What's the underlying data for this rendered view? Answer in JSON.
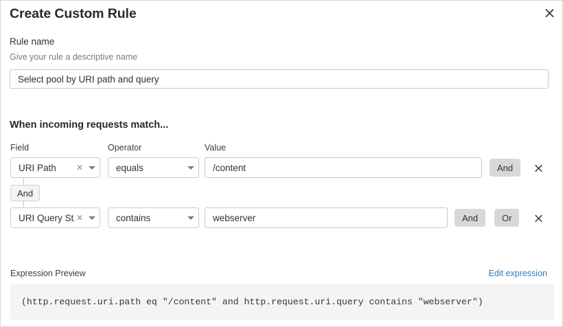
{
  "dialog": {
    "title": "Create Custom Rule",
    "close_icon": "close-icon"
  },
  "rule_name": {
    "label": "Rule name",
    "sublabel": "Give your rule a descriptive name",
    "value": "Select pool by URI path and query",
    "placeholder": "Select pool by URI path and query"
  },
  "match_section": {
    "heading": "When incoming requests match...",
    "columns": {
      "field": "Field",
      "operator": "Operator",
      "value": "Value"
    },
    "rows": [
      {
        "field": "URI Path",
        "clear_icon": "clear-x-icon",
        "caret_icon": "chevron-down-icon",
        "operator": "equals",
        "value": "/content",
        "and_label": "And",
        "delete_icon": "close-icon"
      },
      {
        "field": "URI Query St...",
        "clear_icon": "clear-x-icon",
        "caret_icon": "chevron-down-icon",
        "operator": "contains",
        "value": "webserver",
        "and_label": "And",
        "or_label": "Or",
        "delete_icon": "close-icon"
      }
    ],
    "connector_label": "And"
  },
  "expression_preview": {
    "label": "Expression Preview",
    "edit_link": "Edit expression",
    "expression": "(http.request.uri.path eq \"/content\" and http.request.uri.query contains \"webserver\")"
  },
  "colors": {
    "link": "#2e7cb0",
    "logic_button_bg": "#d7d8d9",
    "expression_bg": "#f4f4f4",
    "border": "#c8cacc"
  }
}
